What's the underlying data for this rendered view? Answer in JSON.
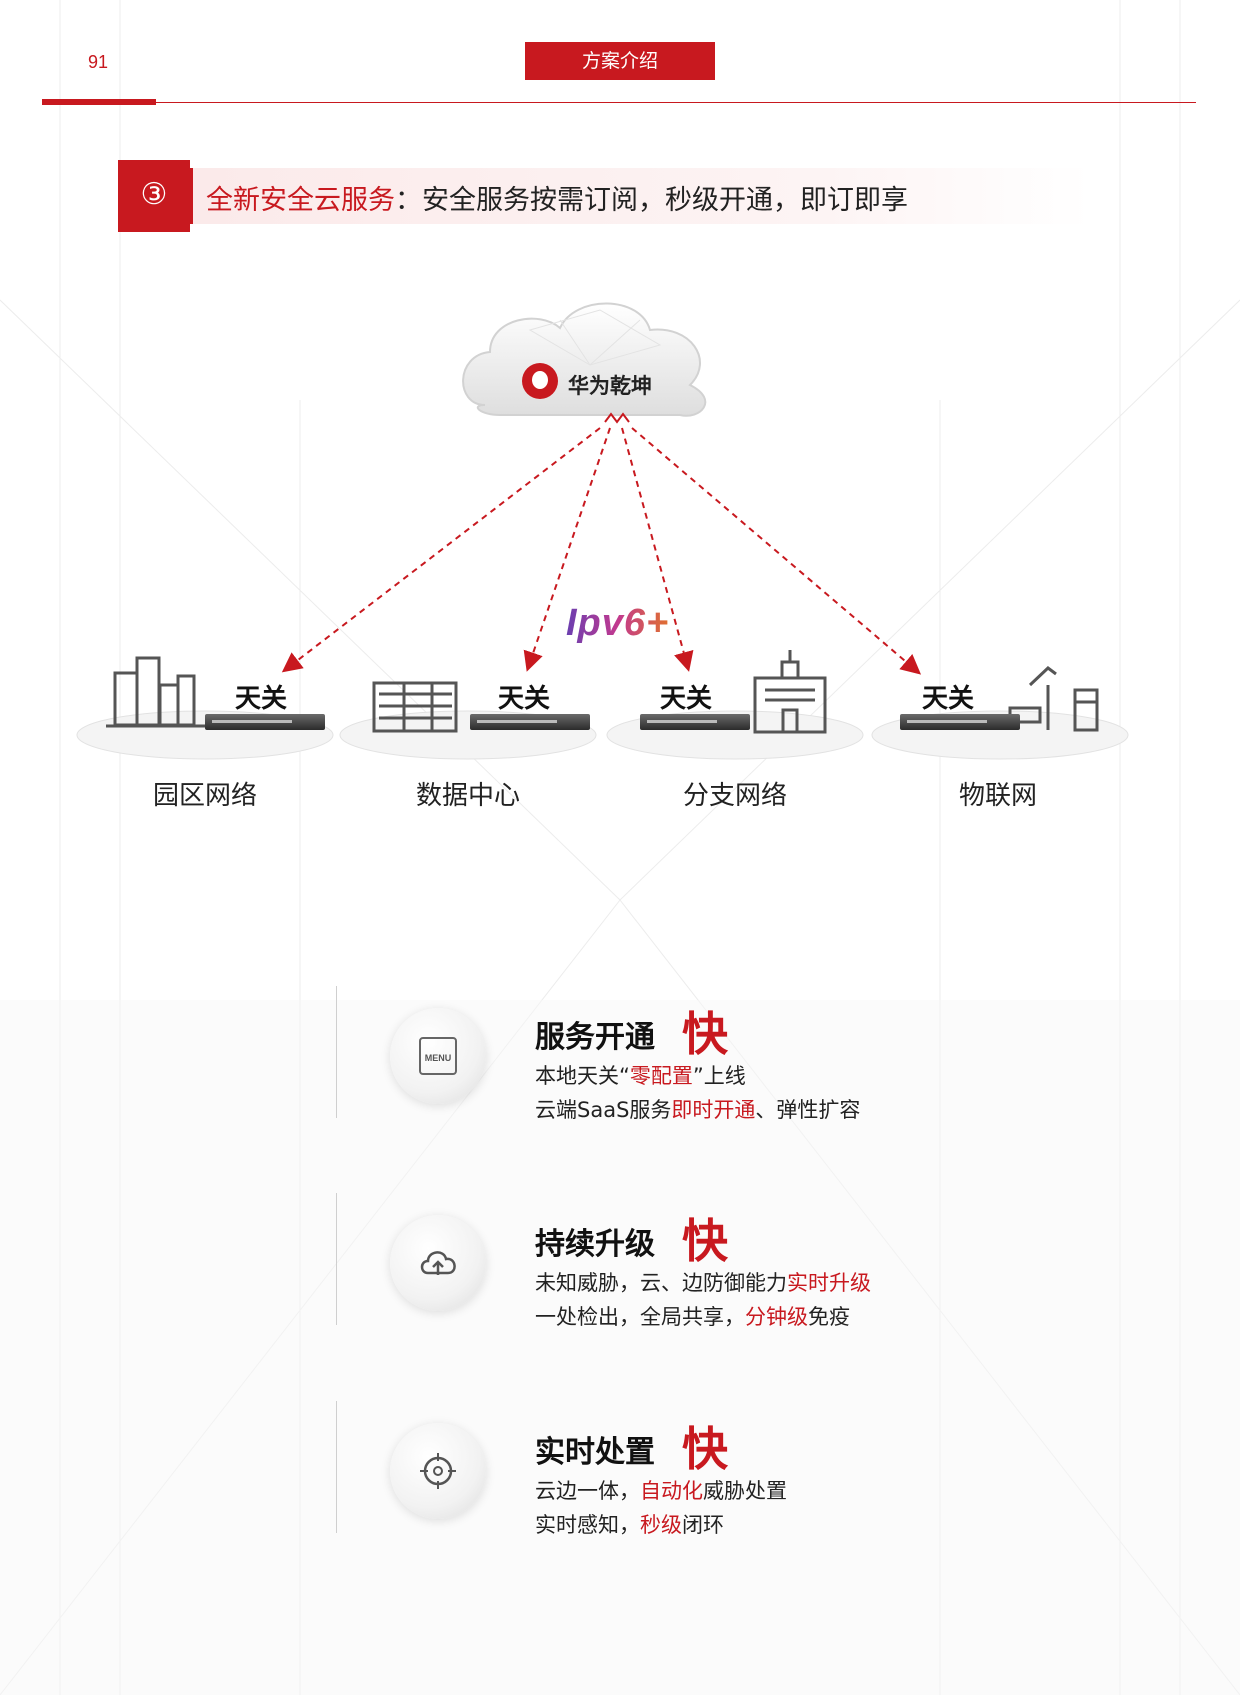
{
  "header": {
    "page_number": "91",
    "section_tab": "方案介绍"
  },
  "section": {
    "number": "③",
    "title_highlight": "全新安全云服务",
    "title_rest": "：安全服务按需订阅，秒级开通，即订即享"
  },
  "diagram": {
    "cloud_label": "华为乾坤",
    "protocol_badge": "Ipv6+",
    "gateway_label": "天关",
    "sites": [
      "园区网络",
      "数据中心",
      "分支网络",
      "物联网"
    ]
  },
  "features": [
    {
      "title": "服务开通",
      "fast": "快",
      "icon": "menu-icon",
      "line1": {
        "pre": "本地天关“",
        "red": "零配置",
        "post": "”上线"
      },
      "line2": {
        "pre": "云端SaaS服务",
        "red": "即时开通",
        "post": "、弹性扩容"
      }
    },
    {
      "title": "持续升级",
      "fast": "快",
      "icon": "cloud-upload-icon",
      "line1": {
        "pre": "未知威胁，云、边防御能力",
        "red": "实时升级",
        "post": ""
      },
      "line2": {
        "pre": "一处检出，全局共享，",
        "red": "分钟级",
        "post": "免疫"
      }
    },
    {
      "title": "实时处置",
      "fast": "快",
      "icon": "target-icon",
      "line1": {
        "pre": "云边一体，",
        "red": "自动化",
        "post": "威胁处置"
      },
      "line2": {
        "pre": "实时感知，",
        "red": "秒级",
        "post": "闭环"
      }
    }
  ],
  "colors": {
    "accent": "#c8191f",
    "text": "#222222"
  }
}
